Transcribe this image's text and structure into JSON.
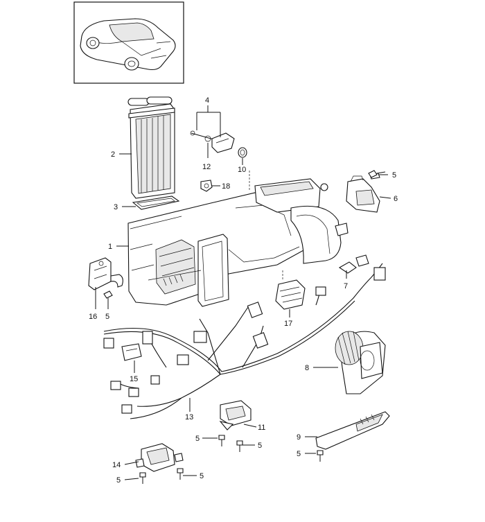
{
  "callouts": [
    {
      "id": "c2",
      "label": "2"
    },
    {
      "id": "c3",
      "label": "3"
    },
    {
      "id": "c1",
      "label": "1"
    },
    {
      "id": "c4",
      "label": "4"
    },
    {
      "id": "c12",
      "label": "12"
    },
    {
      "id": "c10",
      "label": "10"
    },
    {
      "id": "c18",
      "label": "18"
    },
    {
      "id": "c5a",
      "label": "5"
    },
    {
      "id": "c6",
      "label": "6"
    },
    {
      "id": "c7",
      "label": "7"
    },
    {
      "id": "c16",
      "label": "16"
    },
    {
      "id": "c5b",
      "label": "5"
    },
    {
      "id": "c17",
      "label": "17"
    },
    {
      "id": "c8",
      "label": "8"
    },
    {
      "id": "c15",
      "label": "15"
    },
    {
      "id": "c13",
      "label": "13"
    },
    {
      "id": "c11",
      "label": "11"
    },
    {
      "id": "c5c",
      "label": "5"
    },
    {
      "id": "c5d",
      "label": "5"
    },
    {
      "id": "c9",
      "label": "9"
    },
    {
      "id": "c5e",
      "label": "5"
    },
    {
      "id": "c14",
      "label": "14"
    },
    {
      "id": "c5f",
      "label": "5"
    },
    {
      "id": "c5g",
      "label": "5"
    }
  ]
}
